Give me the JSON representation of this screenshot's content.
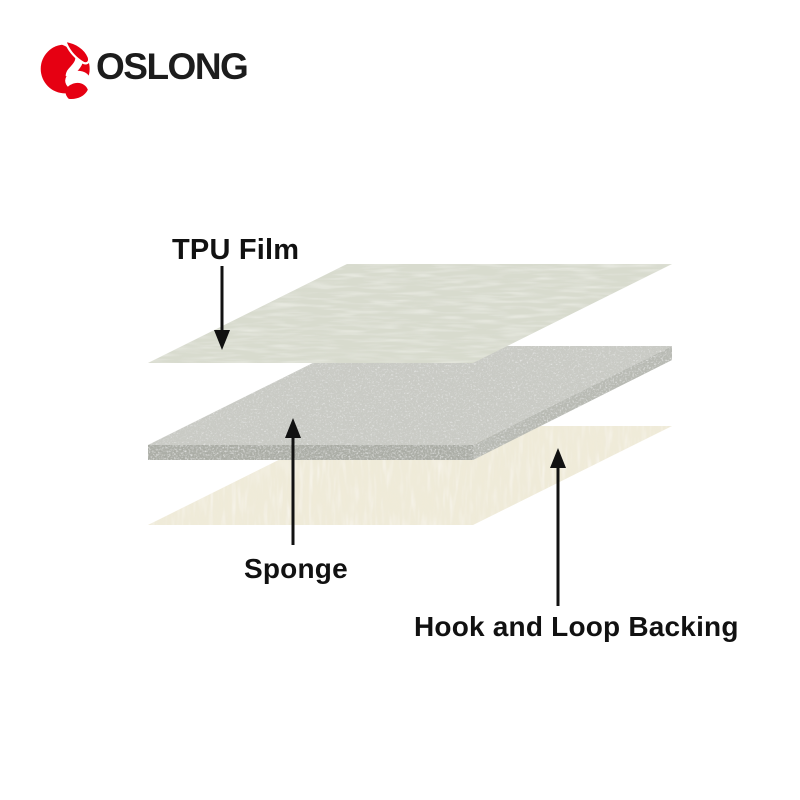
{
  "page": {
    "background": "#ffffff"
  },
  "brand": {
    "name": "OSLONG",
    "logo_red": "#e60012",
    "logo_text_color": "#1c1c1c"
  },
  "diagram": {
    "kind": "exploded-layer-diagram",
    "annotation_color": "#111111",
    "layers": [
      {
        "label": "TPU Film",
        "fill": "#d8dbce",
        "texture": "wavy film",
        "arrow_direction": "down"
      },
      {
        "label": "Sponge",
        "fill": "#cccdc7",
        "front_edge_fill": "#a8aaa3",
        "right_edge_fill": "#b7b9b2",
        "texture": "foam speckle",
        "arrow_direction": "up"
      },
      {
        "label": "Hook and Loop Backing",
        "fill": "#f0ebd9",
        "texture": "fabric weave",
        "arrow_direction": "up"
      }
    ]
  }
}
